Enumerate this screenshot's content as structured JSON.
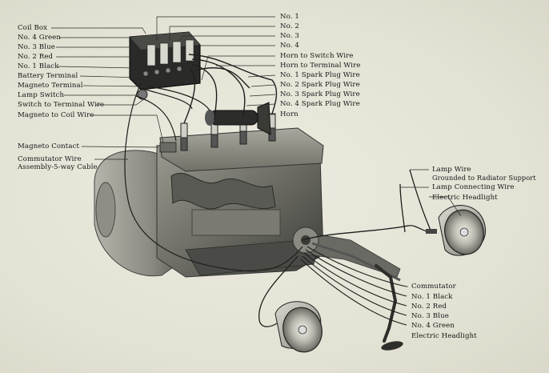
{
  "left_labels": [
    "Coil Box",
    "No. 4 Green",
    "No. 3 Blue",
    "No. 2 Red",
    "No. 1 Black",
    "Battery Terminal",
    "Magneto Terminal",
    "Lamp Switch",
    "Switch to Terminal Wire",
    "Magneto to Coil Wire",
    "Magneto Contact",
    "Commutator Wire",
    "Assembly-5-way Cable"
  ],
  "top_right_labels": [
    "No. 1",
    "No. 2",
    "No. 3",
    "No. 4",
    "Horn to Switch Wire",
    "Horn to Terminal Wire",
    "No. 1 Spark Plug Wire",
    "No. 2 Spark Plug Wire",
    "No. 3 Spark Plug Wire",
    "No. 4 Spark Plug Wire",
    "Horn"
  ],
  "right_labels": [
    "Lamp Wire",
    "Grounded to Radiator Support",
    "Lamp Connecting Wire",
    "Electric Headlight"
  ],
  "bottom_right_labels": [
    "Commutator",
    "No. 1 Black",
    "No. 2 Red",
    "No. 3 Blue",
    "No. 4 Green",
    "Electric Headlight"
  ]
}
